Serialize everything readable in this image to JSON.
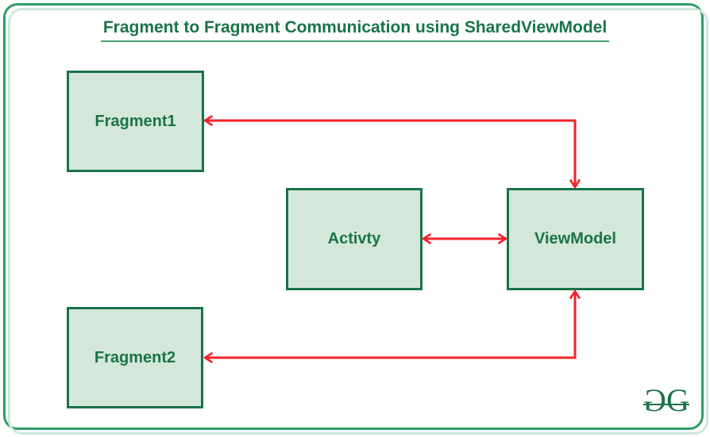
{
  "title": "Fragment to Fragment Communication using SharedViewModel",
  "nodes": {
    "fragment1": {
      "label": "Fragment1"
    },
    "activity": {
      "label": "Activty"
    },
    "viewmodel": {
      "label": "ViewModel"
    },
    "fragment2": {
      "label": "Fragment2"
    }
  },
  "edges": [
    {
      "from": "fragment1",
      "to": "viewmodel",
      "shape": "elbow",
      "bidirectional": true
    },
    {
      "from": "activity",
      "to": "viewmodel",
      "shape": "straight",
      "bidirectional": true
    },
    {
      "from": "fragment2",
      "to": "viewmodel",
      "shape": "elbow",
      "bidirectional": true
    }
  ],
  "watermark": {
    "g1": "G",
    "g2": "G"
  },
  "colors": {
    "dark_green": "#1a7349",
    "mid_green": "#43a06e",
    "frame_green": "#2f9c66",
    "pale_green": "#cfe8da",
    "node_fill": "#d3e8da",
    "arrow_red": "#f2232a",
    "background": "#ffffff"
  }
}
